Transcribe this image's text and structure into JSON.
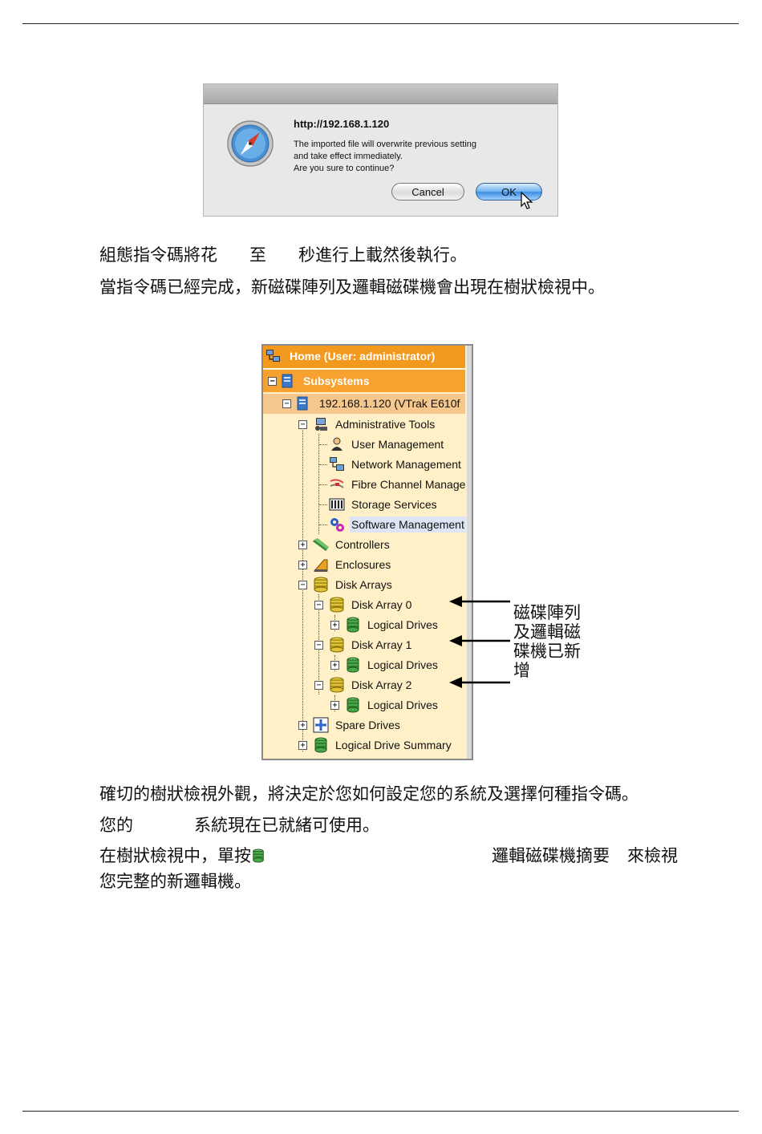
{
  "dialog": {
    "url": "http://192.168.1.120",
    "message_lines": [
      "The imported file will overwrite previous setting",
      "and take effect immediately.",
      "Are you sure to continue?"
    ],
    "cancel_label": "Cancel",
    "ok_label": "OK"
  },
  "paragraphs": {
    "p1": {
      "a": "組態指令碼將花",
      "b": "至",
      "c": "秒進行上載然後執行。"
    },
    "p2": "當指令碼已經完成，新磁碟陣列及邏輯磁碟機會出現在樹狀檢視中。",
    "p3": "確切的樹狀檢視外觀，將決定於您如何設定您的系統及選擇何種指令碼。",
    "p4": {
      "a": "您的",
      "b": "系統現在已就緒可使用。"
    },
    "p5": {
      "a": "在樹狀檢視中，單按",
      "b": "邏輯磁碟機摘要",
      "c": "來檢視",
      "d": "您完整的新邏輯機。"
    }
  },
  "tree": {
    "home": "Home (User: administrator)",
    "subsystems": "Subsystems",
    "subsystem_ip": "192.168.1.120 (VTrak E610f",
    "admin_tools": "Administrative Tools",
    "user_mgmt": "User Management",
    "network_mgmt": "Network Management",
    "fibre_mgmt": "Fibre Channel Manage",
    "storage_services": "Storage Services",
    "software_mgmt": "Software Management",
    "controllers": "Controllers",
    "enclosures": "Enclosures",
    "disk_arrays": "Disk Arrays",
    "disk_array_0": "Disk Array 0",
    "disk_array_1": "Disk Array 1",
    "disk_array_2": "Disk Array 2",
    "logical_drives": "Logical Drives",
    "spare_drives": "Spare Drives",
    "ld_summary": "Logical Drive Summary"
  },
  "annotation": {
    "lines": [
      "磁碟陣列",
      "及邏輯磁",
      "碟機已新",
      "增"
    ]
  },
  "colors": {
    "tree_bg": "#fff0c8",
    "header_orange": "#f39a1e",
    "ip_row": "#f5c78d"
  }
}
